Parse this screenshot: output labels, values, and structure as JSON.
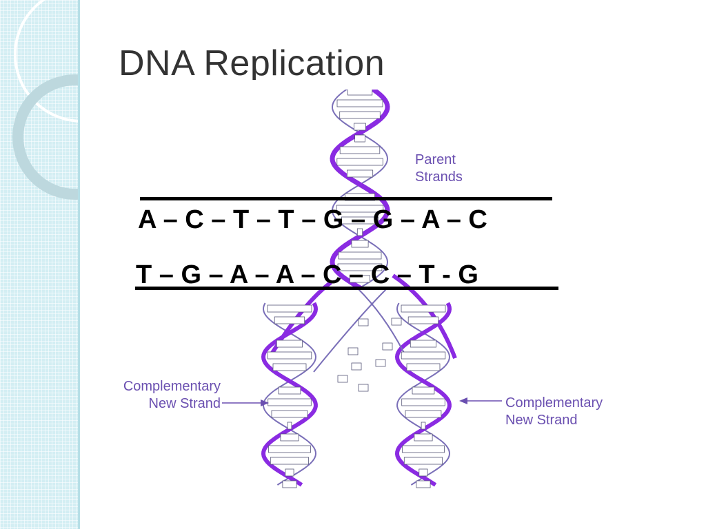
{
  "slide": {
    "title": "DNA Replication"
  },
  "sequences": {
    "top_strand": "A – C – T – T – G – G – A – C",
    "bottom_strand": "T – G – A – A – C – C – T - G"
  },
  "labels": {
    "parent_strands": [
      "Parent",
      "Strands"
    ],
    "complementary_left": [
      "Complementary",
      "New Strand"
    ],
    "complementary_right": [
      "Complementary",
      "New Strand"
    ]
  },
  "colors": {
    "strand_purple": "#8a2be2",
    "label_purple": "#6a4fb0",
    "side_band": "#d3eef3"
  }
}
